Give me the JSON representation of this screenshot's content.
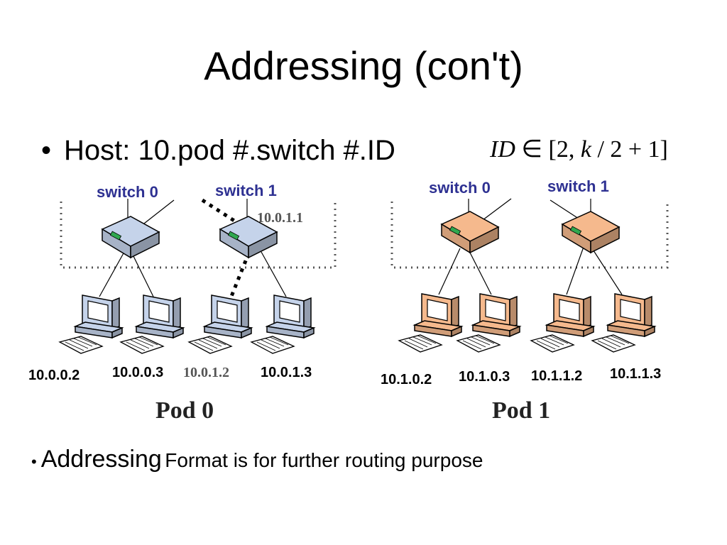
{
  "title": "Addressing (con't)",
  "bullet1": {
    "marker": "•",
    "text": "Host: 10.pod #.switch #.ID"
  },
  "formula": {
    "lhs": "ID",
    "rel": " ∈ [2, ",
    "var": "k",
    "rest": " / 2 + 1]"
  },
  "pods": [
    {
      "name": "Pod 0",
      "switches": [
        {
          "label": "switch 0"
        },
        {
          "label": "switch 1",
          "ip": "10.0.1.1"
        }
      ],
      "hosts": [
        "10.0.0.2",
        "10.0.0.3",
        "10.0.1.2",
        "10.0.1.3"
      ]
    },
    {
      "name": "Pod 1",
      "switches": [
        {
          "label": "switch 0"
        },
        {
          "label": "switch 1"
        }
      ],
      "hosts": [
        "10.1.0.2",
        "10.1.0.3",
        "10.1.1.2",
        "10.1.1.3"
      ]
    }
  ],
  "bullet2": {
    "marker": "•",
    "lead": "Addressing",
    "text": "Format is for further routing purpose"
  },
  "colors": {
    "pod0_device": "#c5d3ea",
    "pod1_device": "#f5b98d",
    "switch_label": "#2e3192"
  }
}
